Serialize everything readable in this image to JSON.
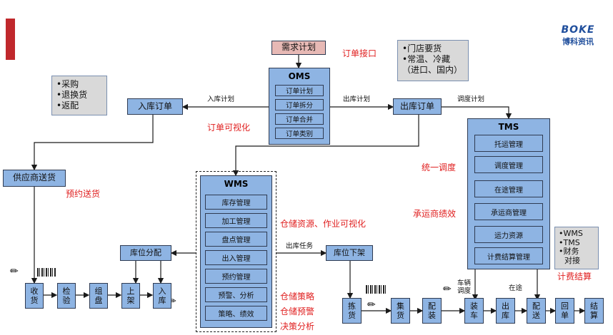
{
  "brand": {
    "logo_text": "BOKE",
    "company": "博科资讯",
    "accent": "#c0282c"
  },
  "demand_plan": "需求计划",
  "oms": {
    "title": "OMS",
    "items": [
      "订单计划",
      "订单拆分",
      "订单合并",
      "订单类别"
    ]
  },
  "inbound_order": "入库订单",
  "outbound_order": "出库订单",
  "inbound_callout": [
    "•采购",
    "•退换货",
    "•返配"
  ],
  "store_callout": [
    "•门店要货",
    "•常温、冷藏",
    "（进口、国内）"
  ],
  "edge_labels": {
    "inbound_plan": "入库计划",
    "outbound_plan": "出库计划",
    "dispatch_plan": "调度计划",
    "outbound_task": "出库任务",
    "vehicle_dispatch": "车辆调度",
    "in_transit": "在途"
  },
  "red_labels": {
    "order_interface": "订单接口",
    "order_visual": "订单可视化",
    "reserve_delivery": "预约送货",
    "wms_visual": "仓储资源、作业可视化",
    "wms_strategy": "仓储策略",
    "wms_warning": "仓储预警",
    "decision": "决策分析",
    "unified_dispatch": "统一调度",
    "carrier_perf": "承运商绩效",
    "cost_settle": "计费结算"
  },
  "supplier_delivery": "供应商送货",
  "wms": {
    "title": "WMS",
    "items": [
      "库存管理",
      "加工管理",
      "盘点管理",
      "出入管理",
      "预约管理",
      "预警、分析",
      "策略、绩效"
    ]
  },
  "tms": {
    "title": "TMS",
    "items": [
      "托运管理",
      "调度管理",
      "在途管理",
      "承运商管理",
      "运力资源",
      "计费结算管理"
    ]
  },
  "tms_callout": [
    "•WMS",
    "•TMS",
    "•财务",
    "对接"
  ],
  "location_assign": "库位分配",
  "location_pick": "库位下架",
  "inbound_flow": [
    "收货",
    "检验",
    "组盘",
    "上架",
    "入库"
  ],
  "outbound_flow": [
    "拣货",
    "集货",
    "配装",
    "装车",
    "出库",
    "配送",
    "回单",
    "结算"
  ]
}
